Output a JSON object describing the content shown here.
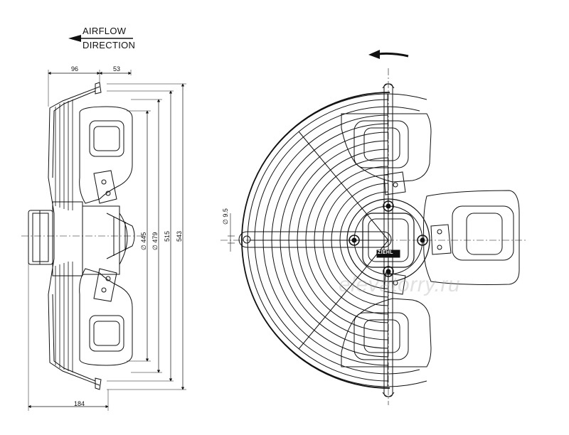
{
  "airflow": {
    "line1": "AIRFLOW",
    "line2": "DIRECTION"
  },
  "side_view": {
    "dimensions": {
      "d96": "96",
      "d53": "53",
      "d184": "184",
      "dia445": "∅ 445",
      "dia479": "∅ 479",
      "d515": "515",
      "d543": "543"
    }
  },
  "front_view": {
    "hole_dim": "∅ 9.5",
    "brand": "ZIEHL"
  },
  "watermark": "elevatorry.ru",
  "colors": {
    "line": "#111111",
    "watermark": "#aaaaaa"
  }
}
